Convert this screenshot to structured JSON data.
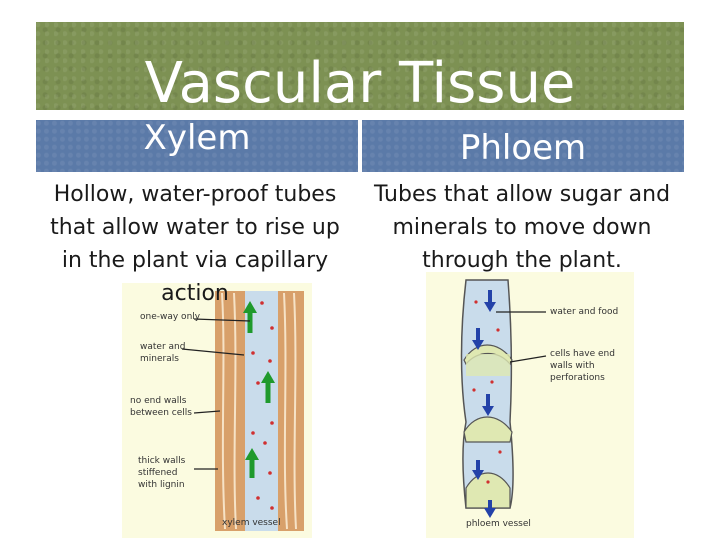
{
  "title": "Vascular Tissue",
  "columns": {
    "xylem": {
      "heading": "Xylem",
      "description": "Hollow, water-proof tubes that allow water to rise up in the plant via capillary action"
    },
    "phloem": {
      "heading": "Phloem",
      "description": "Tubes that allow sugar and minerals to move down through the plant."
    }
  },
  "xylem_diagram": {
    "labels": [
      "one-way only",
      "water and minerals",
      "no end walls between cells",
      "thick walls stiffened with lignin"
    ],
    "caption": "xylem vessel"
  },
  "phloem_diagram": {
    "labels": [
      "water and food",
      "cells have end walls with perforations"
    ],
    "caption": "phloem vessel"
  },
  "colors": {
    "title_bg": "#7d9153",
    "heading_bg": "#5b7aa8",
    "vessel_fill": "#c9dceb",
    "wall_fill": "#d8a06a",
    "arrow_up": "#1f9a2c",
    "arrow_down": "#2342a8",
    "dot": "#d03030"
  }
}
